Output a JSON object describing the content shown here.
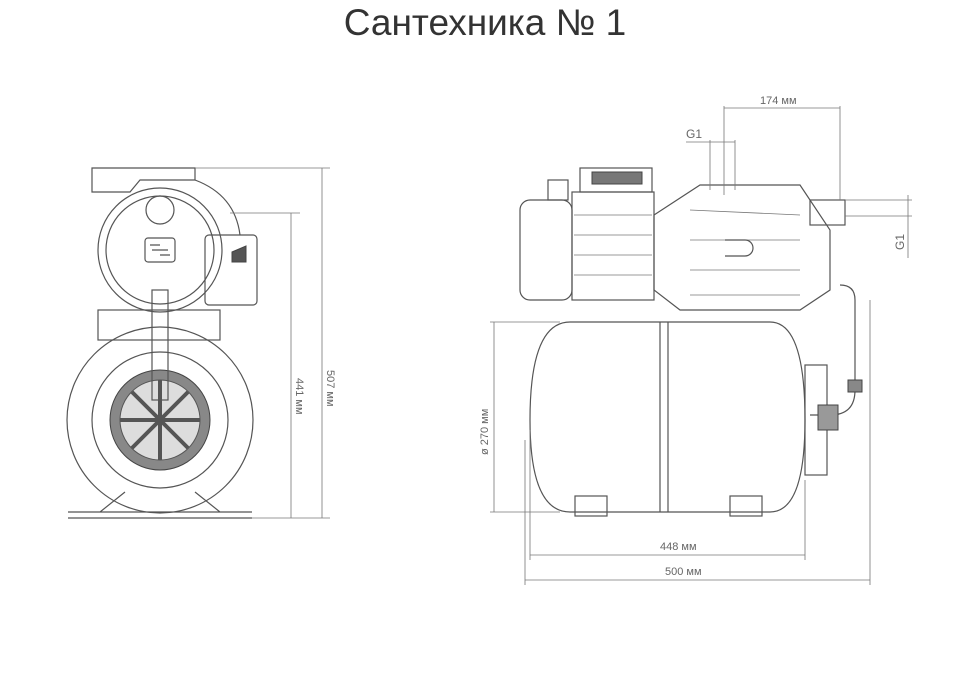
{
  "title": "Сантехника № 1",
  "dimensions": {
    "height_total": "507 мм",
    "height_pump": "441 мм",
    "top_offset": "174 мм",
    "inlet_thread_top": "G1",
    "inlet_thread_side": "G1",
    "tank_diameter": "ø 270 мм",
    "tank_length": "448 мм",
    "total_length": "500 мм"
  }
}
